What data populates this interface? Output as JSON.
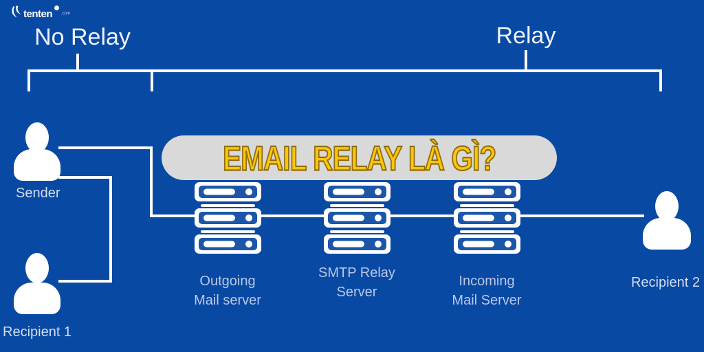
{
  "logo": {
    "brand": "tenten",
    "suffix": ".com"
  },
  "sections": {
    "no_relay": "No Relay",
    "relay": "Relay"
  },
  "banner": {
    "text": "EMAIL RELAY LÀ GÌ?"
  },
  "actors": {
    "sender": "Sender",
    "recipient1": "Recipient 1",
    "recipient2": "Recipient 2"
  },
  "servers": [
    {
      "line1": "Outgoing",
      "line2": "Mail server"
    },
    {
      "line1": "SMTP Relay",
      "line2": "Server"
    },
    {
      "line1": "Incoming",
      "line2": "Mail Server"
    }
  ],
  "colors": {
    "background": "#0849a4",
    "line": "#ffffff",
    "banner_bg": "#d9d9d9",
    "banner_text": "#ffc60a",
    "banner_outline": "#8f6f12",
    "title_text": "#eef3fb",
    "label_text": "#d3def2",
    "server_label_text": "#b9c8e8",
    "icon_fill": "#ffffff"
  }
}
